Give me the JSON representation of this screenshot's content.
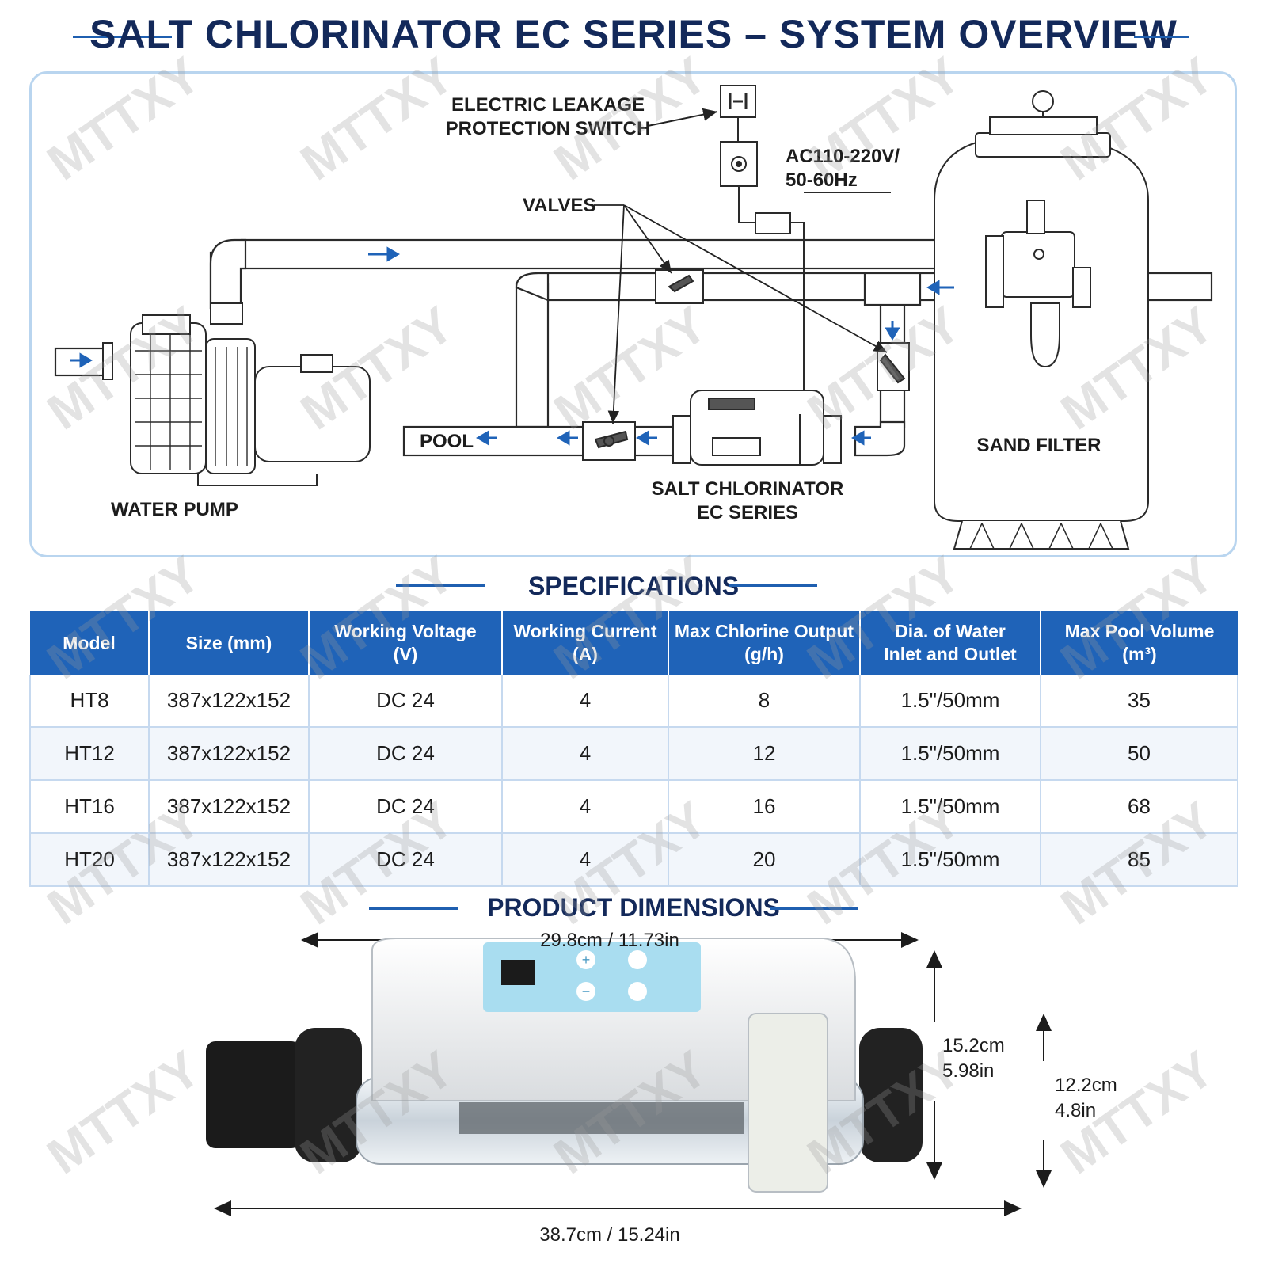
{
  "title": "SALT CHLORINATOR EC SERIES – SYSTEM OVERVIEW",
  "watermark": "MTTXY",
  "diagram": {
    "labels": {
      "leakage_switch_line1": "ELECTRIC LEAKAGE",
      "leakage_switch_line2": "PROTECTION SWITCH",
      "power_line1": "AC110-220V/",
      "power_line2": "50-60Hz",
      "valves": "VALVES",
      "pool": "POOL",
      "water_pump": "WATER PUMP",
      "chlorinator_line1": "SALT CHLORINATOR",
      "chlorinator_line2": "EC SERIES",
      "sand_filter": "SAND FILTER"
    }
  },
  "specifications": {
    "title": "SPECIFICATIONS",
    "headers": [
      [
        "Model"
      ],
      [
        "Size (mm)"
      ],
      [
        "Working Voltage",
        "(V)"
      ],
      [
        "Working Current",
        "(A)"
      ],
      [
        "Max Chlorine Output",
        "(g/h)"
      ],
      [
        "Dia. of Water",
        "Inlet and Outlet"
      ],
      [
        "Max Pool Volume",
        "(m³)"
      ]
    ],
    "rows": [
      [
        "HT8",
        "387x122x152",
        "DC 24",
        "4",
        "8",
        "1.5\"/50mm",
        "35"
      ],
      [
        "HT12",
        "387x122x152",
        "DC 24",
        "4",
        "12",
        "1.5\"/50mm",
        "50"
      ],
      [
        "HT16",
        "387x122x152",
        "DC 24",
        "4",
        "16",
        "1.5\"/50mm",
        "68"
      ],
      [
        "HT20",
        "387x122x152",
        "DC 24",
        "4",
        "20",
        "1.5\"/50mm",
        "85"
      ]
    ]
  },
  "dimensions": {
    "title": "PRODUCT DIMENSIONS",
    "top_width": "29.8cm / 11.73in",
    "bottom_width": "38.7cm / 15.24in",
    "height_line1": "15.2cm",
    "height_line2": "5.98in",
    "depth_line1": "12.2cm",
    "depth_line2": "4.8in"
  },
  "colors": {
    "title_navy": "#13295a",
    "accent_blue": "#1f63b8",
    "panel_border": "#b9d5ef",
    "arrow_blue": "#1f63b8",
    "product_panel_cyan": "#a9ddf0"
  },
  "icons": [
    "switch-icon",
    "power-socket-icon",
    "flow-arrow-icon",
    "valve-icon",
    "plus-icon",
    "minus-icon",
    "power-icon"
  ]
}
